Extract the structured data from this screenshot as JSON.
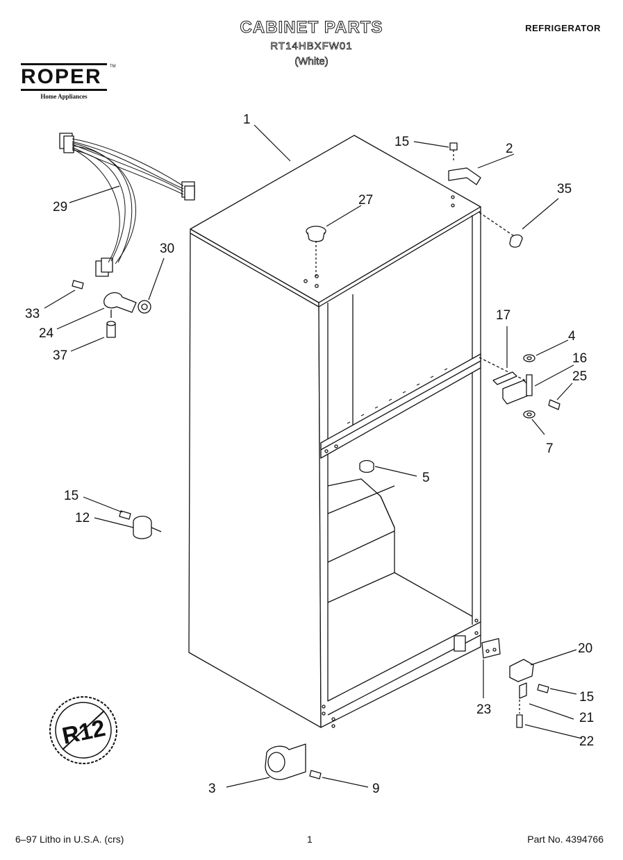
{
  "header": {
    "title": "CABINET PARTS",
    "model": "RT14HBXFW01",
    "variant": "(White)",
    "category": "REFRIGERATOR"
  },
  "logo": {
    "brand": "ROPER",
    "trademark": "TM",
    "tagline": "Home Appliances"
  },
  "badge": {
    "text": "R12"
  },
  "callouts": {
    "c1": "1",
    "c2": "2",
    "c3": "3",
    "c4": "4",
    "c5": "5",
    "c7": "7",
    "c9": "9",
    "c12": "12",
    "c15a": "15",
    "c15b": "15",
    "c15c": "15",
    "c16": "16",
    "c17": "17",
    "c20": "20",
    "c21": "21",
    "c22": "22",
    "c23": "23",
    "c24": "24",
    "c25": "25",
    "c27": "27",
    "c29": "29",
    "c30": "30",
    "c33": "33",
    "c35": "35",
    "c37": "37"
  },
  "footer": {
    "left": "6–97 Litho in U.S.A. (crs)",
    "center": "1",
    "right": "Part No. 4394766"
  }
}
